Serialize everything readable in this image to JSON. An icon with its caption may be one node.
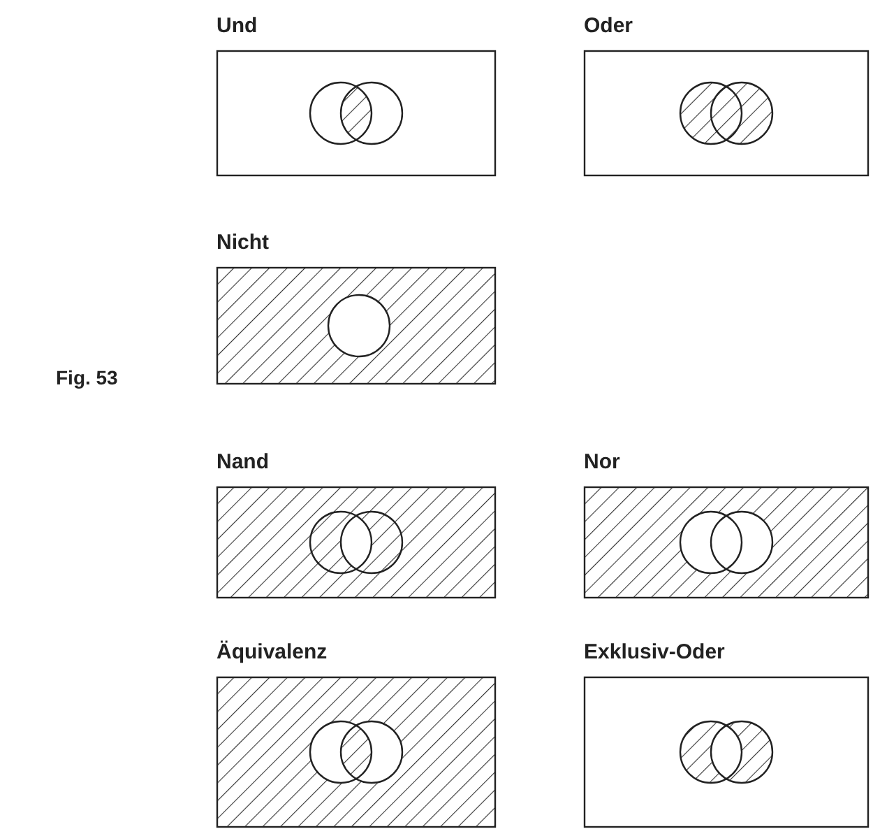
{
  "diagram": {
    "nodes": [
      {
        "text": [
          "Und"
        ]
      },
      {
        "text": [
          "Oder"
        ]
      },
      {
        "text": [
          "Nicht"
        ]
      },
      {
        "text": [
          "Nand"
        ]
      },
      {
        "text": [
          "Nor"
        ]
      },
      {
        "text": [
          "Äquivalenz"
        ]
      },
      {
        "text": [
          "Exklusiv-Oder"
        ]
      }
    ],
    "labels": [
      "Fig. 53"
    ]
  }
}
